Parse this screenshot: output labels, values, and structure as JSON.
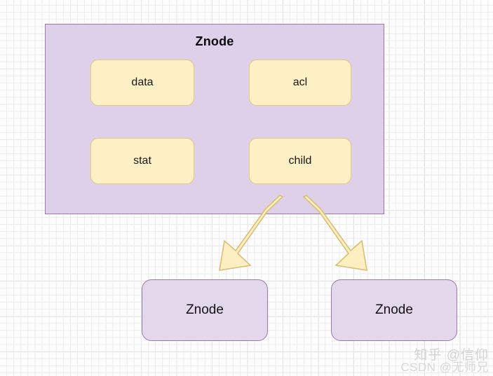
{
  "diagram": {
    "title": "Znode",
    "container": {
      "label": "Znode",
      "fill_color": "#ddd0e8",
      "border_color": "#9a79a8"
    },
    "attributes": [
      {
        "label": "data",
        "name": "attribute-box-data"
      },
      {
        "label": "acl",
        "name": "attribute-box-acl"
      },
      {
        "label": "stat",
        "name": "attribute-box-stat"
      },
      {
        "label": "child",
        "name": "attribute-box-child"
      }
    ],
    "attribute_style": {
      "fill_color": "#fdf0c5",
      "border_color": "#e2c97f"
    },
    "children": [
      {
        "label": "Znode",
        "name": "child-znode-left"
      },
      {
        "label": "Znode",
        "name": "child-znode-right"
      }
    ],
    "child_style": {
      "fill_color": "#e3d7ec",
      "border_color": "#9a79a8"
    },
    "arrows": {
      "count": 2,
      "fill_color": "#fdefc2",
      "border_color": "#d9bf73",
      "from": "child",
      "to": [
        "Znode",
        "Znode"
      ]
    },
    "background": {
      "minor_grid_color": "#ececec",
      "major_grid_color": "#cfcfcf",
      "canvas_color": "#fdfdfd"
    }
  },
  "watermarks": {
    "zhihu": "知乎 @信仰",
    "csdn": "CSDN @无师兄"
  }
}
